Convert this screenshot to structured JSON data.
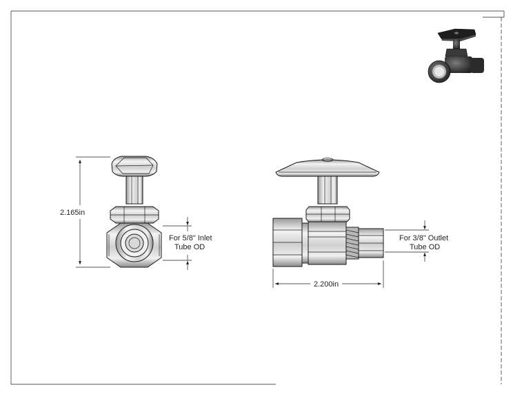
{
  "drawing": {
    "dimensions": {
      "height": "2.165in",
      "width": "2.200in"
    },
    "notes": {
      "inlet_line1": "For 5/8\" Inlet",
      "inlet_line2": "Tube OD",
      "outlet_line1": "For 3/8\" Outlet",
      "outlet_line2": "Tube OD"
    },
    "colors": {
      "line": "#1a1a1a",
      "chrome_light": "#f2f2f2",
      "chrome_mid": "#c8c8c8",
      "chrome_dark": "#8a8a8a",
      "iso_dark": "#2a2a2a"
    }
  }
}
